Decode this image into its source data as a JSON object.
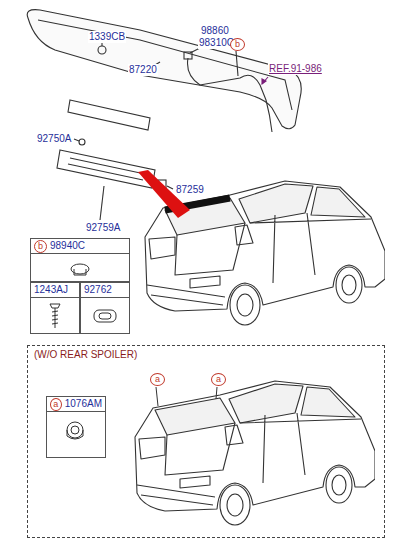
{
  "diagram": {
    "nodes": [
      {
        "text": [
          "b",
          "98940C"
        ]
      },
      {
        "text": [
          "1243AJ"
        ]
      },
      {
        "text": [
          "92762"
        ]
      },
      {
        "text": [
          "(W/O REAR SPOILER)"
        ]
      },
      {
        "text": [
          "a",
          "1076AM"
        ],
        "in": 3
      }
    ],
    "labels": [
      "1339CB",
      "87220",
      "98860",
      "98310C",
      "b",
      "REF.91-986",
      "92750A",
      "87259",
      "92759A",
      "a",
      "a"
    ]
  }
}
